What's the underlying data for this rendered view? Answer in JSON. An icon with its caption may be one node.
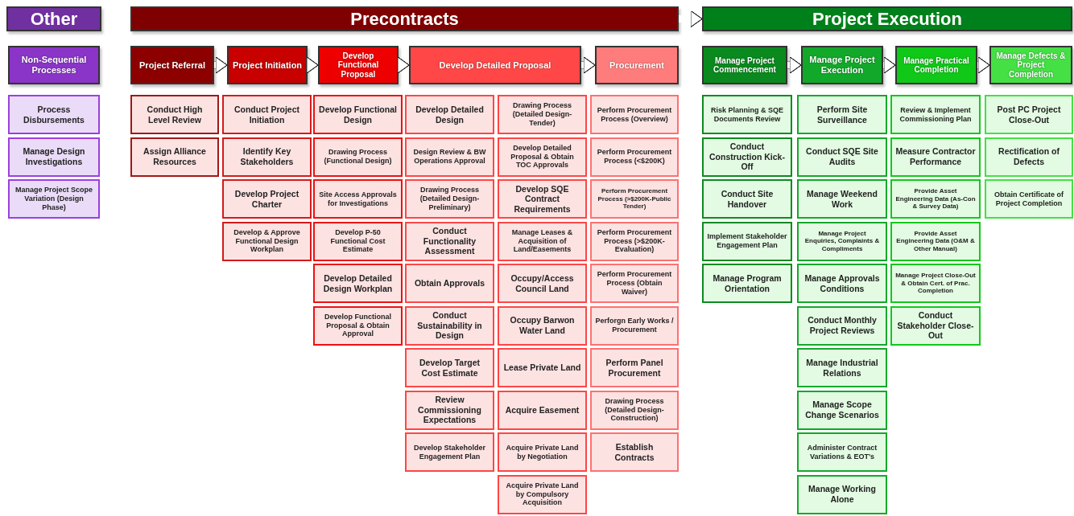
{
  "diagram": {
    "nodes": [
      {
        "text": [
          "Other"
        ]
      },
      {
        "text": [
          "Precontracts"
        ]
      },
      {
        "text": [
          "Project Execution"
        ]
      },
      {
        "text": [
          "Non-Sequential Processes"
        ]
      },
      {
        "text": [
          "Project Referral"
        ]
      },
      {
        "text": [
          "Project Initiation"
        ]
      },
      {
        "text": [
          "Develop Functional Proposal"
        ]
      },
      {
        "text": [
          "Develop Detailed Proposal"
        ]
      },
      {
        "text": [
          "Procurement"
        ]
      },
      {
        "text": [
          "Manage Project Commencement"
        ]
      },
      {
        "text": [
          "Manage Project Execution"
        ]
      },
      {
        "text": [
          "Manage Practical Completion"
        ]
      },
      {
        "text": [
          "Manage Defects & Project Completion"
        ]
      },
      {
        "text": [
          "Process Disbursements"
        ]
      },
      {
        "text": [
          "Manage Design Investigations"
        ]
      },
      {
        "text": [
          "Manage Project Scope Variation (Design Phase)"
        ]
      },
      {
        "text": [
          "Conduct High Level Review"
        ]
      },
      {
        "text": [
          "Assign Alliance Resources"
        ]
      },
      {
        "text": [
          "Conduct Project Initiation"
        ]
      },
      {
        "text": [
          "Identify Key Stakeholders"
        ]
      },
      {
        "text": [
          "Develop Project Charter"
        ]
      },
      {
        "text": [
          "Develop & Approve Functional Design Workplan"
        ]
      },
      {
        "text": [
          "Develop Functional Design"
        ]
      },
      {
        "text": [
          "Drawing Process (Functional Design)"
        ]
      },
      {
        "text": [
          "Site Access Approvals for Investigations"
        ]
      },
      {
        "text": [
          "Develop P-50 Functional Cost Estimate"
        ]
      },
      {
        "text": [
          "Develop Detailed Design Workplan"
        ]
      },
      {
        "text": [
          "Develop Functional Proposal & Obtain Approval"
        ]
      },
      {
        "text": [
          "Develop Detailed Design"
        ]
      },
      {
        "text": [
          "Design Review & BW Operations Approval"
        ]
      },
      {
        "text": [
          "Drawing Process (Detailed Design-Preliminary)"
        ]
      },
      {
        "text": [
          "Conduct Functionality Assessment"
        ]
      },
      {
        "text": [
          "Obtain Approvals"
        ]
      },
      {
        "text": [
          "Conduct Sustainability in Design"
        ]
      },
      {
        "text": [
          "Develop Target Cost Estimate"
        ]
      },
      {
        "text": [
          "Review Commissioning Expectations"
        ]
      },
      {
        "text": [
          "Develop Stakeholder Engagement Plan"
        ]
      },
      {
        "text": [
          "Drawing Process (Detailed Design-Tender)"
        ]
      },
      {
        "text": [
          "Develop Detailed Proposal & Obtain TOC Approvals"
        ]
      },
      {
        "text": [
          "Develop SQE Contract Requirements"
        ]
      },
      {
        "text": [
          "Manage Leases & Acquisition of Land/Easements"
        ]
      },
      {
        "text": [
          "Occupy/Access Council Land"
        ]
      },
      {
        "text": [
          "Occupy Barwon Water Land"
        ]
      },
      {
        "text": [
          "Lease Private Land"
        ]
      },
      {
        "text": [
          "Acquire Easement"
        ]
      },
      {
        "text": [
          "Acquire Private Land by Negotiation"
        ]
      },
      {
        "text": [
          "Acquire Private Land by Compulsory Acquisition"
        ]
      },
      {
        "text": [
          "Perform Procurement Process (Overview)"
        ]
      },
      {
        "text": [
          "Perform Procurement Process (<$200K)"
        ]
      },
      {
        "text": [
          "Perform Procurement Process (>$200K-Public Tender)"
        ]
      },
      {
        "text": [
          "Perform Procurement Process (>$200K-Evaluation)"
        ]
      },
      {
        "text": [
          "Perform Procurement Process (Obtain Waiver)"
        ]
      },
      {
        "text": [
          "Perforgn Early Works / Procurement"
        ]
      },
      {
        "text": [
          "Perform Panel Procurement"
        ]
      },
      {
        "text": [
          "Drawing Process (Detailed Design-Construction)"
        ]
      },
      {
        "text": [
          "Establish Contracts"
        ]
      },
      {
        "text": [
          "Risk Planning & SQE Documents Review"
        ]
      },
      {
        "text": [
          "Conduct Construction Kick-Off"
        ]
      },
      {
        "text": [
          "Conduct Site Handover"
        ]
      },
      {
        "text": [
          "Implement Stakeholder Engagement Plan"
        ]
      },
      {
        "text": [
          "Manage Program Orientation"
        ]
      },
      {
        "text": [
          "Perform Site Surveillance"
        ]
      },
      {
        "text": [
          "Conduct SQE Site Audits"
        ]
      },
      {
        "text": [
          "Manage Weekend Work"
        ]
      },
      {
        "text": [
          "Manage Project Enquiries, Complaints & Compliments"
        ]
      },
      {
        "text": [
          "Manage Approvals Conditions"
        ]
      },
      {
        "text": [
          "Conduct Monthly Project Reviews"
        ]
      },
      {
        "text": [
          "Manage Industrial Relations"
        ]
      },
      {
        "text": [
          "Manage Scope Change Scenarios"
        ]
      },
      {
        "text": [
          "Administer Contract Variations & EOT's"
        ]
      },
      {
        "text": [
          "Manage Working Alone"
        ]
      },
      {
        "text": [
          "Review & Implement Commissioning Plan"
        ]
      },
      {
        "text": [
          "Measure Contractor Performance"
        ]
      },
      {
        "text": [
          "Provide Asset Engineering Data (As-Con & Survey Data)"
        ]
      },
      {
        "text": [
          "Provide Asset Engineering Data (O&M & Other Manual)"
        ]
      },
      {
        "text": [
          "Manage Project Close-Out & Obtain Cert. of Prac. Completion"
        ]
      },
      {
        "text": [
          "Conduct Stakeholder Close-Out"
        ]
      },
      {
        "text": [
          "Post PC Project Close-Out"
        ]
      },
      {
        "text": [
          "Rectification of Defects"
        ]
      },
      {
        "text": [
          "Obtain Certificate of Project Completion"
        ]
      }
    ],
    "edges": [
      {
        "from": 1,
        "to": 2,
        "arrow": "to"
      },
      {
        "from": 4,
        "to": 5,
        "arrow": "to"
      },
      {
        "from": 5,
        "to": 6,
        "arrow": "to"
      },
      {
        "from": 6,
        "to": 7,
        "arrow": "to"
      },
      {
        "from": 7,
        "to": 8,
        "arrow": "to"
      },
      {
        "from": 9,
        "to": 10,
        "arrow": "to"
      },
      {
        "from": 10,
        "to": 11,
        "arrow": "to"
      },
      {
        "from": 11,
        "to": 12,
        "arrow": "to"
      }
    ]
  }
}
